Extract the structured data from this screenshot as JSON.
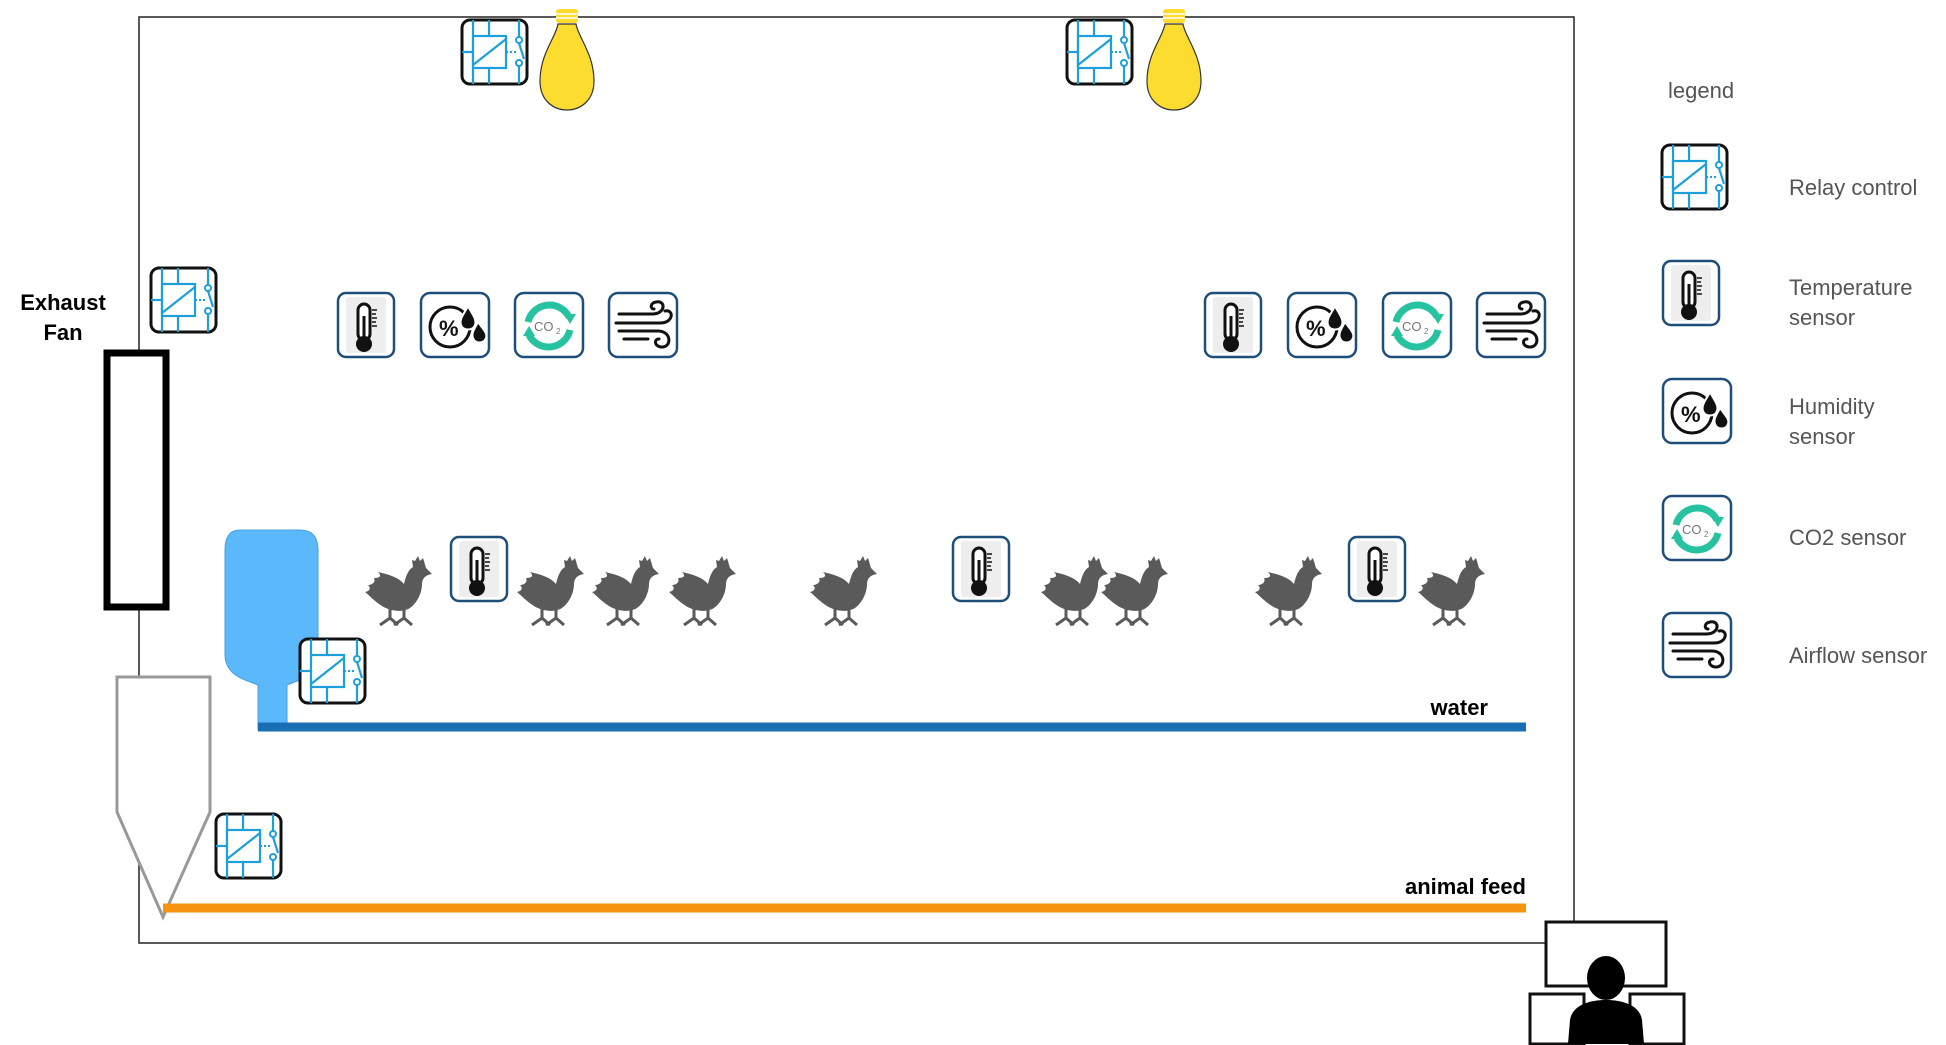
{
  "labels": {
    "exhaust_fan_line1": "Exhaust",
    "exhaust_fan_line2": "Fan",
    "water": "water",
    "animal_feed": "animal feed"
  },
  "legend": {
    "title": "legend",
    "items": [
      {
        "icon": "relay-icon",
        "line1": "Relay control",
        "line2": ""
      },
      {
        "icon": "thermometer-icon",
        "line1": "Temperature",
        "line2": "sensor"
      },
      {
        "icon": "humidity-icon",
        "line1": "Humidity",
        "line2": "sensor"
      },
      {
        "icon": "co2-icon",
        "line1": "CO2  sensor",
        "line2": ""
      },
      {
        "icon": "airflow-icon",
        "line1": "Airflow sensor",
        "line2": ""
      }
    ]
  },
  "icon_text": {
    "co2": "CO",
    "co2_sub": "2",
    "percent": "%"
  },
  "colors": {
    "border": "#222222",
    "water_line": "#1a6fb4",
    "feed_line": "#f7940f",
    "water_tank": "#5bb8fb",
    "bulb": "#fcdc2e",
    "chicken": "#5a5a5a",
    "relay_blue": "#1ca0dc",
    "icon_border": "#1f4e79",
    "co2_teal": "#27c2a0",
    "hopper_gray": "#999999"
  }
}
